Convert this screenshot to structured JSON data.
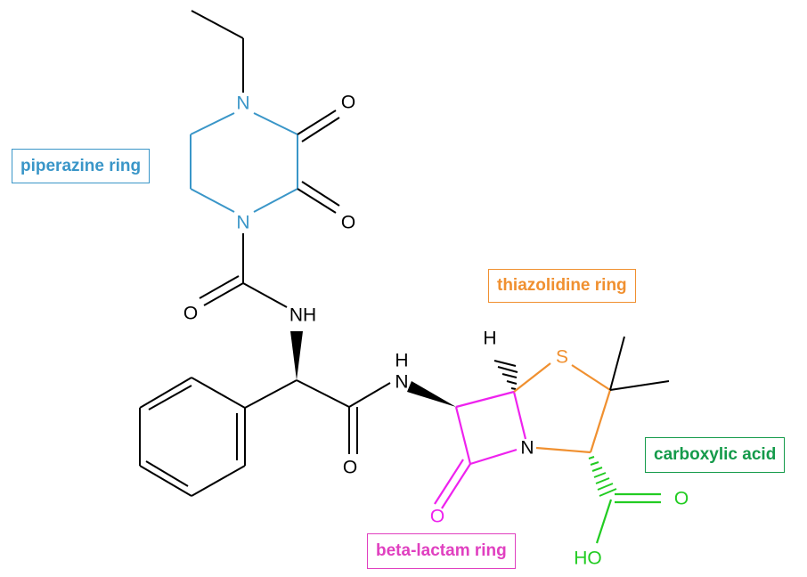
{
  "colors": {
    "black": "#000000",
    "piperazine": "#3a96c8",
    "thiazolidine": "#f09030",
    "carboxyl": "#22cc22",
    "carboxyl_label": "#149a4a",
    "lactam": "#ee22ee",
    "lactam_label": "#e040c0"
  },
  "atoms": {
    "n1": "N",
    "n4": "N",
    "o_pip1": "O",
    "o_pip2": "O",
    "o_urea": "O",
    "nh1": "NH",
    "nh2_n": "N",
    "nh2_h": "H",
    "o_amide": "O",
    "h_bridge": "H",
    "s": "S",
    "n_bl": "N",
    "o_bl": "O",
    "o_cooh": "O",
    "ho": "HO"
  },
  "labels": {
    "piperazine": "piperazine ring",
    "thiazolidine": "thiazolidine ring",
    "carboxylic": "carboxylic acid",
    "beta_lactam": "beta-lactam ring"
  }
}
